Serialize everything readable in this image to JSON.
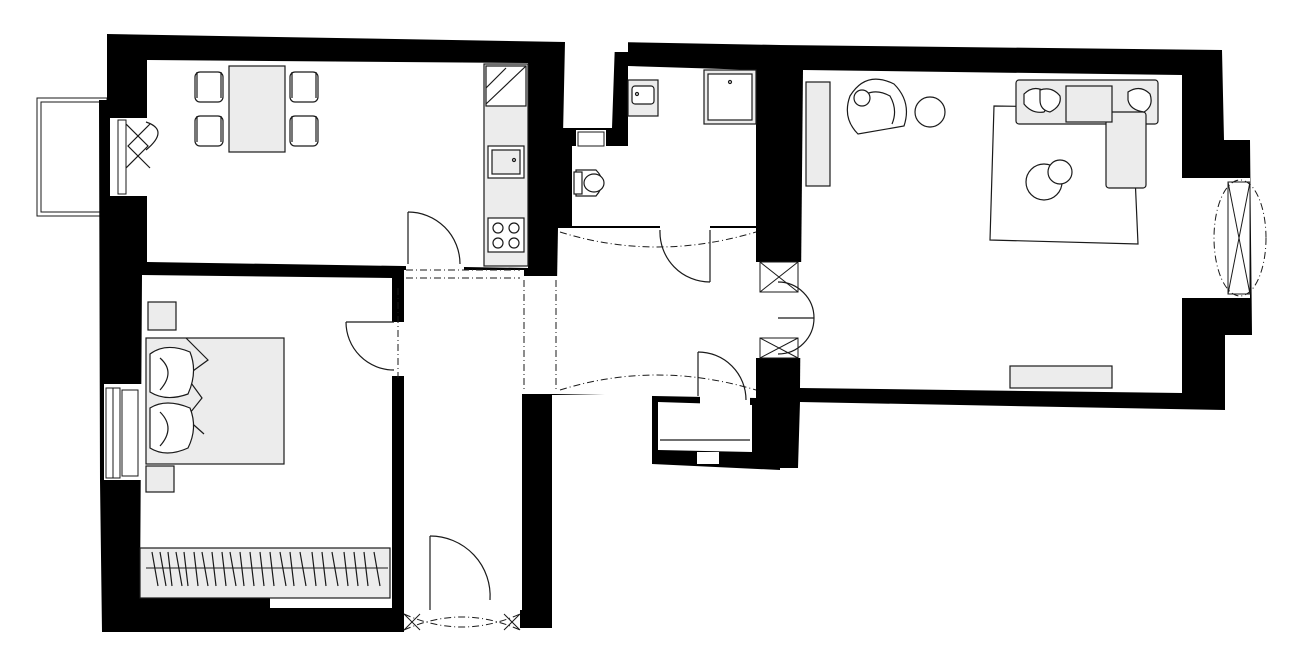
{
  "plan": {
    "rooms": [
      "kitchen-dining",
      "bathroom",
      "living-room",
      "bedroom",
      "hallway",
      "entry-hall",
      "storage"
    ],
    "colors": {
      "wall": "#000000",
      "floor": "#ffffff",
      "furniture": "#ececec",
      "line": "#1a1a1a"
    }
  }
}
